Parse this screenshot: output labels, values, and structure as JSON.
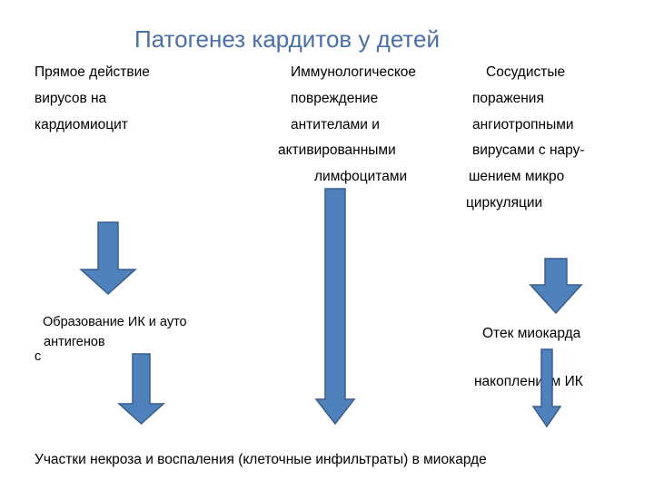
{
  "title": "Патогенез кардитов у детей",
  "columns": {
    "left": {
      "lines": [
        "Прямое действие",
        "вирусов на",
        "кардиомиоцит"
      ]
    },
    "middle": {
      "lines": [
        "Иммунологическое",
        "повреждение",
        "антителами и",
        "активированными",
        "лимфоцитами"
      ]
    },
    "right": {
      "lines": [
        "Сосудистые",
        "поражения",
        "ангиотропными",
        "вирусами с нару-",
        "шением  микро",
        "циркуляции"
      ]
    }
  },
  "intermediate": {
    "left_line1": "Образование ИК и  ауто",
    "left_line2": "антигенов",
    "left_stray": "с",
    "right_line1": "Отек миокарда",
    "right_line2": "накоплением ИК"
  },
  "bottom": "Участки некроза и воспаления (клеточные инфильтраты) в миокарде",
  "colors": {
    "title": "#4a6fa5",
    "arrow_fill": "#4f81bd",
    "arrow_stroke": "#385d8a"
  }
}
